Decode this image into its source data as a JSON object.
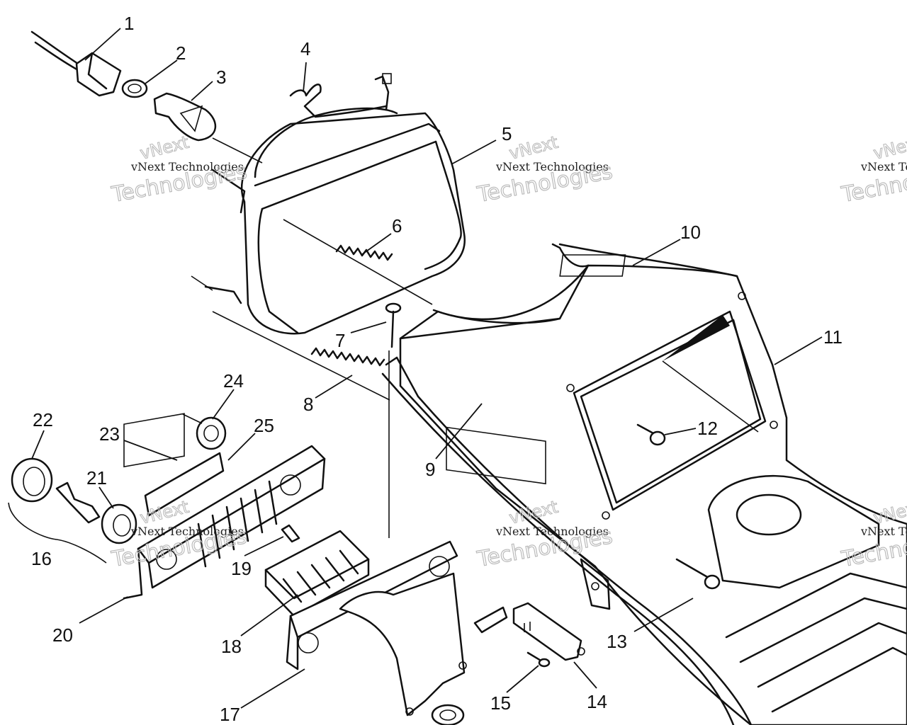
{
  "callouts": [
    {
      "id": "c1",
      "label": "1"
    },
    {
      "id": "c2",
      "label": "2"
    },
    {
      "id": "c3",
      "label": "3"
    },
    {
      "id": "c4",
      "label": "4"
    },
    {
      "id": "c5",
      "label": "5"
    },
    {
      "id": "c6",
      "label": "6"
    },
    {
      "id": "c7",
      "label": "7"
    },
    {
      "id": "c8",
      "label": "8"
    },
    {
      "id": "c9",
      "label": "9"
    },
    {
      "id": "c10",
      "label": "10"
    },
    {
      "id": "c11",
      "label": "11"
    },
    {
      "id": "c12",
      "label": "12"
    },
    {
      "id": "c13",
      "label": "13"
    },
    {
      "id": "c14",
      "label": "14"
    },
    {
      "id": "c15",
      "label": "15"
    },
    {
      "id": "c16",
      "label": "16"
    },
    {
      "id": "c17",
      "label": "17"
    },
    {
      "id": "c18",
      "label": "18"
    },
    {
      "id": "c19",
      "label": "19"
    },
    {
      "id": "c20",
      "label": "20"
    },
    {
      "id": "c21",
      "label": "21"
    },
    {
      "id": "c22",
      "label": "22"
    },
    {
      "id": "c23",
      "label": "23"
    },
    {
      "id": "c24",
      "label": "24"
    },
    {
      "id": "c25",
      "label": "25"
    }
  ],
  "watermark": {
    "company": "vNext Technologies",
    "vnext": "vNext",
    "technologies": "Technologies"
  }
}
